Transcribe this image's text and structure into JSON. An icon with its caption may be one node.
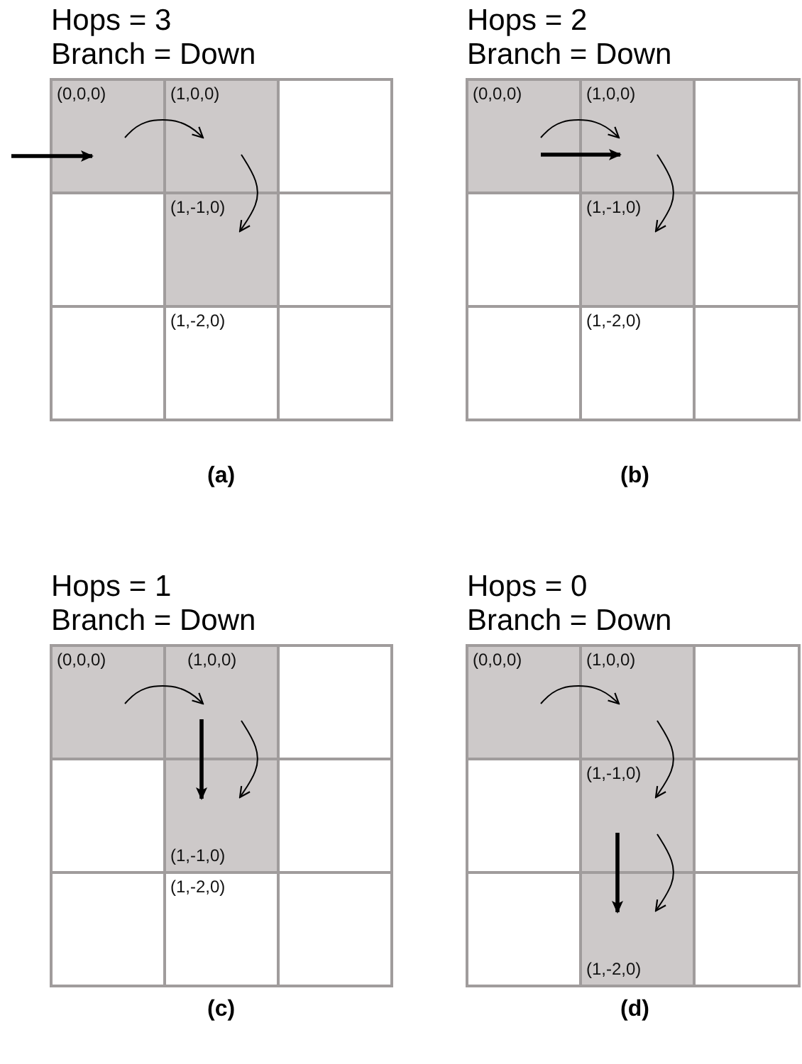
{
  "diagram": {
    "nodes": [
      {
        "text": [
          "(0,0,0)"
        ]
      },
      {
        "text": [
          "(1,0,0)"
        ]
      },
      {
        "text": [],
        "shape": "box"
      },
      {
        "text": [],
        "shape": "box"
      },
      {
        "text": [
          "(1,-1,0)"
        ]
      },
      {
        "text": [],
        "shape": "box"
      },
      {
        "text": [],
        "shape": "box"
      },
      {
        "text": [
          "(1,-2,0)"
        ]
      },
      {
        "text": [],
        "shape": "box"
      },
      {
        "text": [
          "(0,0,0)"
        ]
      },
      {
        "text": [
          "(1,0,0)"
        ]
      },
      {
        "text": [],
        "shape": "box"
      },
      {
        "text": [],
        "shape": "box"
      },
      {
        "text": [
          "(1,-1,0)"
        ]
      },
      {
        "text": [],
        "shape": "box"
      },
      {
        "text": [],
        "shape": "box"
      },
      {
        "text": [
          "(1,-2,0)"
        ]
      },
      {
        "text": [],
        "shape": "box"
      },
      {
        "text": [
          "(0,0,0)"
        ]
      },
      {
        "text": [
          "(1,0,0)"
        ]
      },
      {
        "text": [],
        "shape": "box"
      },
      {
        "text": [],
        "shape": "box"
      },
      {
        "text": [
          "(1,-1,0)"
        ]
      },
      {
        "text": [],
        "shape": "box"
      },
      {
        "text": [],
        "shape": "box"
      },
      {
        "text": [
          "(1,-2,0)"
        ]
      },
      {
        "text": [],
        "shape": "box"
      },
      {
        "text": [
          "(0,0,0)"
        ]
      },
      {
        "text": [
          "(1,0,0)"
        ]
      },
      {
        "text": [],
        "shape": "box"
      },
      {
        "text": [],
        "shape": "box"
      },
      {
        "text": [
          "(1,-1,0)"
        ]
      },
      {
        "text": [],
        "shape": "box"
      },
      {
        "text": [],
        "shape": "box"
      },
      {
        "text": [
          "(1,-2,0)"
        ]
      },
      {
        "text": [],
        "shape": "box"
      }
    ],
    "edges": [
      {
        "from": null,
        "to": 0,
        "arrow": "to",
        "style": "thick"
      },
      {
        "from": 0,
        "to": 1,
        "arrow": "to"
      },
      {
        "from": 1,
        "to": 4,
        "arrow": "to"
      },
      {
        "from": 9,
        "to": 10,
        "arrow": "to"
      },
      {
        "from": 9,
        "to": 10,
        "arrow": "to",
        "style": "thick"
      },
      {
        "from": 10,
        "to": 13,
        "arrow": "to"
      },
      {
        "from": 18,
        "to": 19,
        "arrow": "to"
      },
      {
        "from": 19,
        "to": 22,
        "arrow": "to",
        "style": "thick"
      },
      {
        "from": 19,
        "to": 22,
        "arrow": "to"
      },
      {
        "from": 27,
        "to": 28,
        "arrow": "to"
      },
      {
        "from": 28,
        "to": 31,
        "arrow": "to"
      },
      {
        "from": 31,
        "to": 34,
        "arrow": "to",
        "style": "thick"
      },
      {
        "from": 31,
        "to": 34,
        "arrow": "to"
      }
    ],
    "labels": [
      "Hops = 3",
      "Branch = Down",
      "Hops = 2",
      "Branch = Down",
      "(a)",
      "(b)",
      "Hops = 1",
      "Branch = Down",
      "Hops = 0",
      "Branch = Down",
      "(c)",
      "(d)"
    ]
  }
}
